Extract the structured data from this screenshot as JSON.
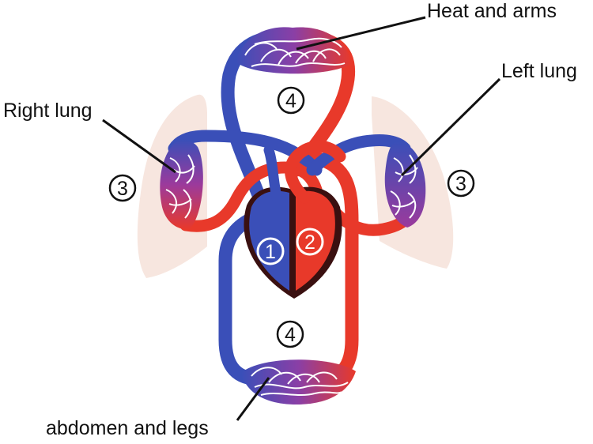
{
  "labels": {
    "head_arms": "Heat and arms",
    "left_lung": "Left lung",
    "right_lung": "Right lung",
    "abdomen_legs": "abdomen and legs"
  },
  "markers": {
    "upper_loop": "4",
    "lower_loop": "4",
    "right_lung": "3",
    "left_lung": "3",
    "right_side_heart": "1",
    "left_side_heart": "2"
  },
  "colors": {
    "oxygen_poor": "#3a4fb8",
    "oxygen_rich": "#e8392a",
    "capillary": "#9b3a9c",
    "lung_tissue": "#f7e6df",
    "heart_dark": "#3a1010"
  }
}
